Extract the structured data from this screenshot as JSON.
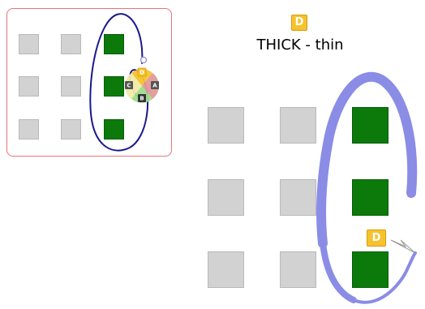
{
  "preview": {
    "label": "gesture-preview-panel"
  },
  "title": {
    "badge": "D",
    "text": "THICK - thin"
  },
  "pie_menu": {
    "items": [
      {
        "label": "D",
        "color": "#f6c32e"
      },
      {
        "label": "A",
        "color": "#e29a9a"
      },
      {
        "label": "B",
        "color": "#9fdc8a"
      },
      {
        "label": "C",
        "color": "#f0eaa8"
      }
    ]
  },
  "stroke_marker": {
    "badge": "D"
  },
  "colors": {
    "stroke": "#8a8ce6",
    "preview_stroke": "#1a1a8c",
    "target": "#0b7a0b",
    "tile": "#d2d2d2",
    "frame": "#e8737a"
  }
}
